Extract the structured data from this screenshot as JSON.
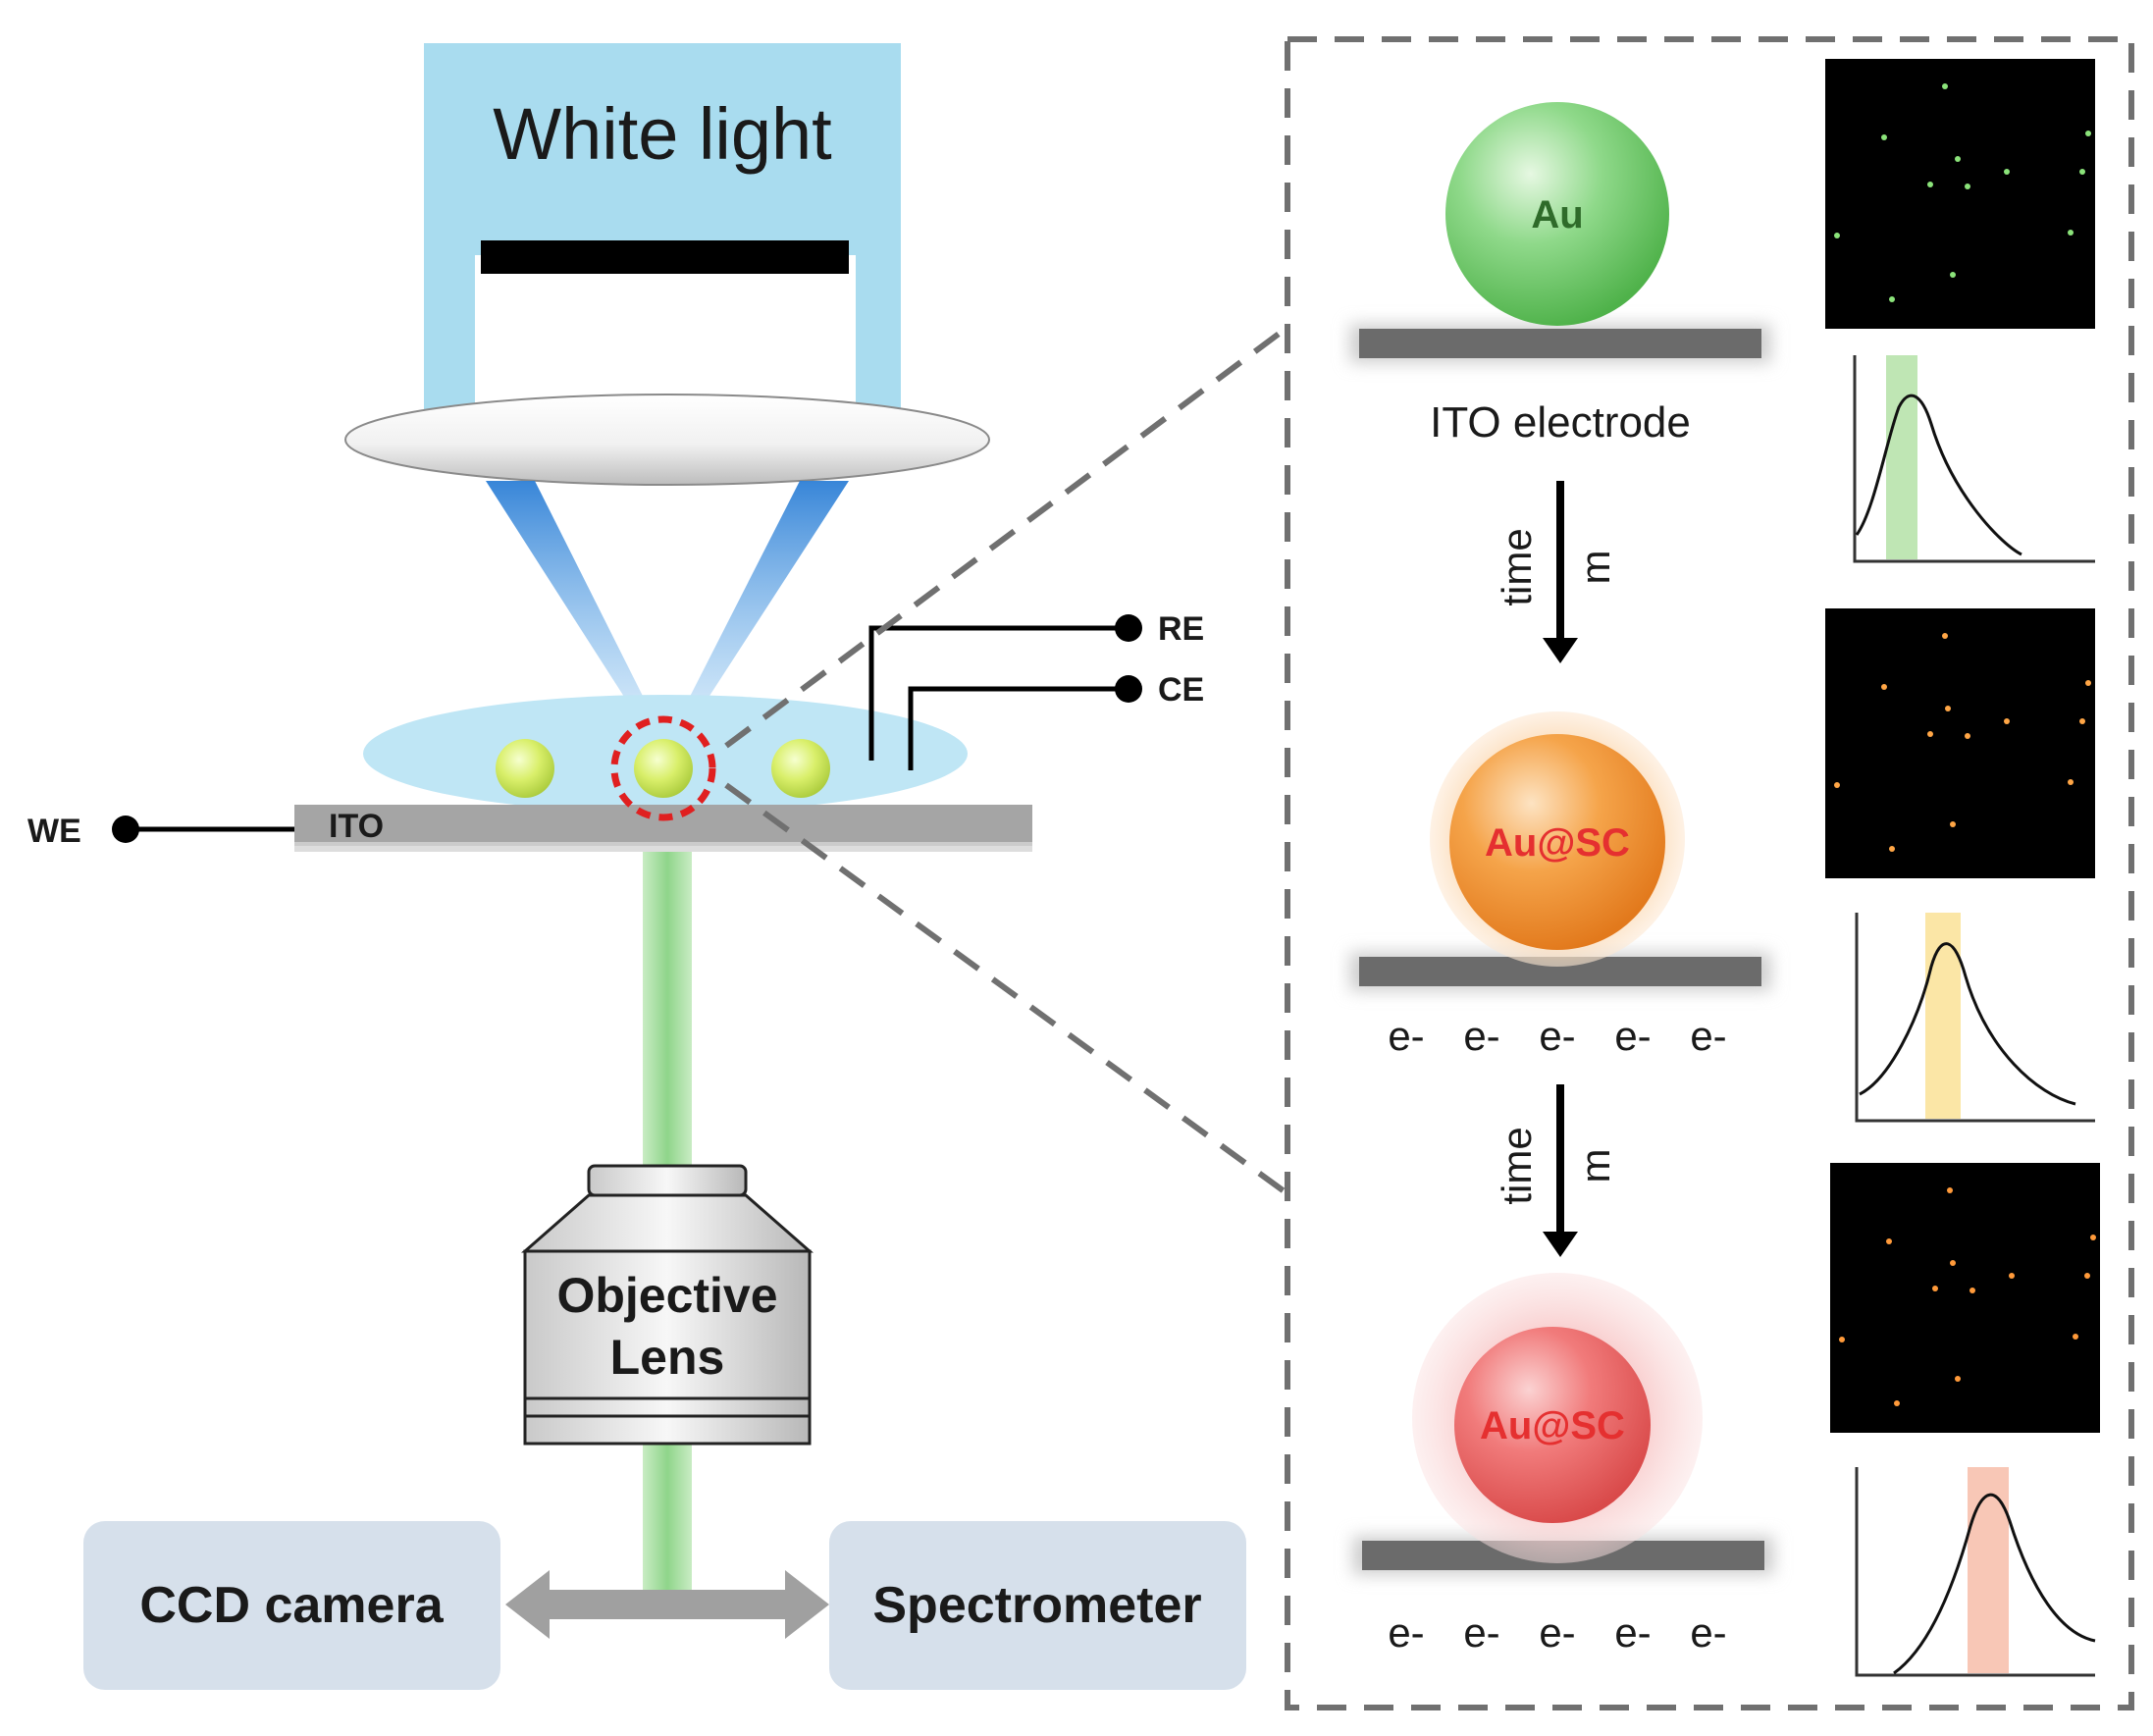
{
  "setup": {
    "light_source": "White light",
    "substrate": "ITO",
    "electrodes": {
      "working": "WE",
      "reference": "RE",
      "counter": "CE"
    },
    "objective_line1": "Objective",
    "objective_line2": "Lens",
    "detector_left": "CCD camera",
    "detector_right": "Spectrometer"
  },
  "inset": {
    "electrode_label": "ITO electrode",
    "stage1_particle": "Au",
    "stage2_particle": "Au@SC",
    "stage3_particle": "Au@SC",
    "arrow_time": "time",
    "arrow_symbol": "m",
    "electron": "e-"
  },
  "colors": {
    "light_box": "#a9dcef",
    "beam_blue": "#5aaee8",
    "beam_green": "#9fd89a",
    "droplet": "#bfe6f5",
    "au_green": "#7fd17a",
    "au_orange": "#f29a3a",
    "au_red": "#ef6b6b",
    "band_green": "#bfe6b4",
    "band_yellow": "#fbe6a6",
    "band_red": "#f8c7b6",
    "dot_green": "#8be37a",
    "dot_orange": "#ffa646"
  }
}
